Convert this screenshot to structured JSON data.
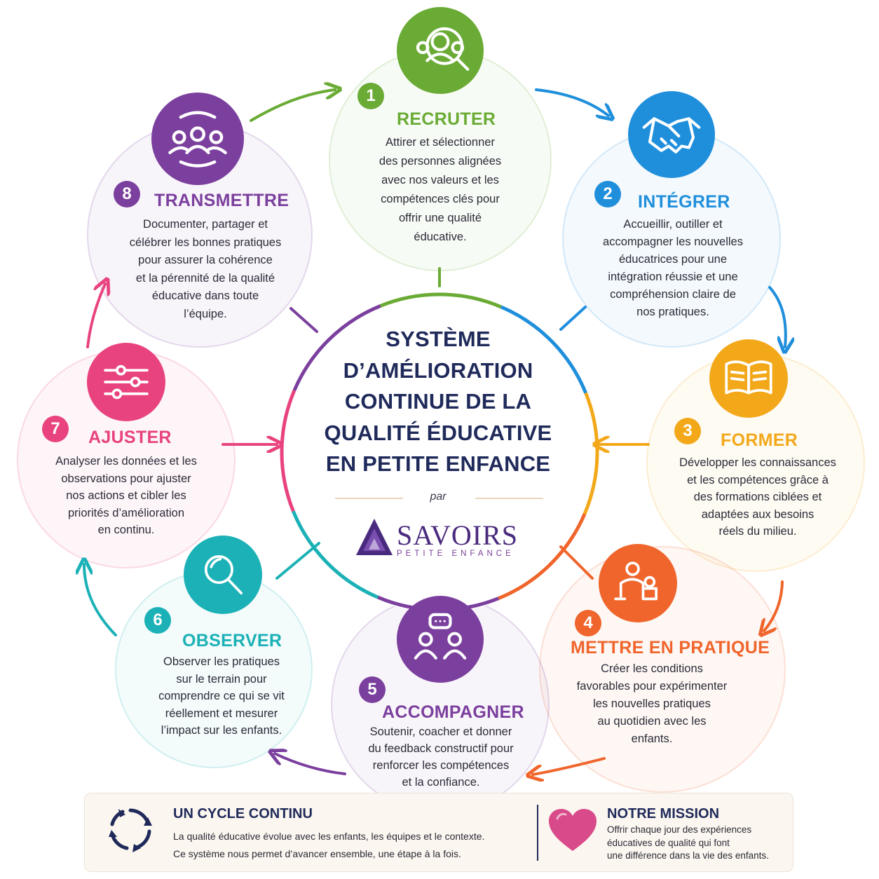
{
  "center": {
    "title_lines": [
      "SYSTÈME",
      "D’AMÉLIORATION",
      "CONTINUE DE LA",
      "QUALITÉ ÉDUCATIVE",
      "EN PETITE ENFANCE"
    ],
    "par": "par",
    "logo_word": "SAVOIRS",
    "logo_sub": "PETITE ENFANCE"
  },
  "steps": [
    {
      "number": "1",
      "title": "RECRUTER",
      "color": "#6aab35",
      "icon": "recruit-search-icon",
      "desc": [
        "Attirer et sélectionner",
        "des personnes alignées",
        "avec nos valeurs et les",
        "compétences clés pour",
        "offrir une qualité",
        "éducative."
      ]
    },
    {
      "number": "2",
      "title": "INTÉGRER",
      "color": "#1f8fdc",
      "icon": "handshake-icon",
      "desc": [
        "Accueillir, outiller et",
        "accompagner les nouvelles",
        "éducatrices pour une",
        "intégration réussie et une",
        "compréhension claire de",
        "nos pratiques."
      ]
    },
    {
      "number": "3",
      "title": "FORMER",
      "color": "#f3a81a",
      "icon": "open-book-icon",
      "desc": [
        "Développer les connaissances",
        "et les compétences grâce à",
        "des formations ciblées et",
        "adaptées aux besoins",
        "réels du milieu."
      ]
    },
    {
      "number": "4",
      "title": "METTRE EN PRATIQUE",
      "color": "#f0652b",
      "icon": "adult-child-icon",
      "desc": [
        "Créer les conditions",
        "favorables pour expérimenter",
        "les nouvelles pratiques",
        "au quotidien avec les",
        "enfants."
      ]
    },
    {
      "number": "5",
      "title": "ACCOMPAGNER",
      "color": "#7b3f9e",
      "icon": "conversation-icon",
      "desc": [
        "Soutenir, coacher et donner",
        "du feedback constructif pour",
        "renforcer les compétences",
        "et la confiance."
      ]
    },
    {
      "number": "6",
      "title": "OBSERVER",
      "color": "#1bb1b6",
      "icon": "magnifier-icon",
      "desc": [
        "Observer les pratiques",
        "sur le terrain pour",
        "comprendre ce qui se vit",
        "réellement et mesurer",
        "l’impact sur les enfants."
      ]
    },
    {
      "number": "7",
      "title": "AJUSTER",
      "color": "#e8437e",
      "icon": "sliders-icon",
      "desc": [
        "Analyser les données et les",
        "observations pour ajuster",
        "nos actions et cibler les",
        "priorités d’amélioration",
        "en continu."
      ]
    },
    {
      "number": "8",
      "title": "TRANSMETTRE",
      "color": "#7b3f9e",
      "icon": "team-cycle-icon",
      "desc": [
        "Documenter, partager et",
        "célébrer les bonnes pratiques",
        "pour assurer la cohérence",
        "et la pérennité de la qualité",
        "éducative dans toute",
        "l’équipe."
      ]
    }
  ],
  "bottom": {
    "cycle_title": "UN CYCLE CONTINU",
    "cycle_line1": "La qualité éducative évolue avec les enfants, les équipes et le contexte.",
    "cycle_line2": "Ce système nous permet d’avancer ensemble, une étape à la fois.",
    "mission_title": "NOTRE MISSION",
    "mission_lines": [
      "Offrir chaque jour des expériences",
      "éducatives de qualité qui font",
      "une différence dans la vie des enfants."
    ],
    "heart_color": "#d94a8a",
    "navy": "#1f2a5a"
  }
}
